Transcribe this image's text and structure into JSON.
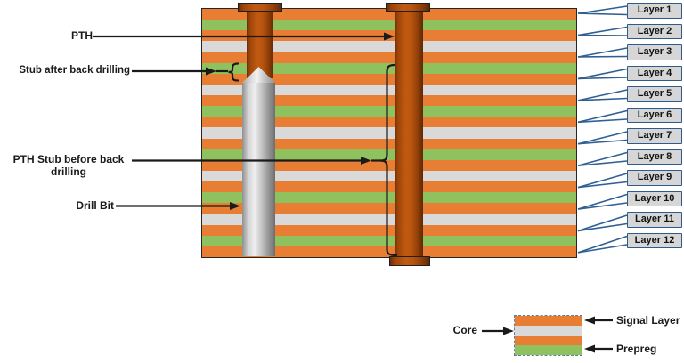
{
  "annotations": {
    "pth_label": "PTH",
    "stub_after_label": "Stub after back drilling",
    "stub_before_label": "PTH Stub before back drilling",
    "drill_bit_label": "Drill Bit"
  },
  "board": {
    "stripes": [
      "signal",
      "prepreg",
      "signal",
      "core",
      "signal",
      "prepreg",
      "signal",
      "core",
      "signal",
      "prepreg",
      "signal",
      "core",
      "signal",
      "prepreg",
      "signal",
      "core",
      "signal",
      "prepreg",
      "signal",
      "core",
      "signal",
      "prepreg",
      "signal"
    ]
  },
  "layers": {
    "labels": [
      "Layer 1",
      "Layer 2",
      "Layer 3",
      "Layer 4",
      "Layer 5",
      "Layer 6",
      "Layer 7",
      "Layer 8",
      "Layer 9",
      "Layer 10",
      "Layer 11",
      "Layer 12"
    ]
  },
  "legend": {
    "core_label": "Core",
    "signal_label": "Signal Layer",
    "prepreg_label": "Prepreg",
    "stripes": [
      "signal",
      "core",
      "signal",
      "prepreg"
    ]
  },
  "colors": {
    "signal_orange": "#E87E33",
    "prepreg_green": "#8FC25E",
    "core_gray": "#D9D9D9",
    "copper_mid": "#C25A10",
    "drill_gray": "#C6C6C6",
    "ink": "#1A1A1A",
    "leader_blue": "#2F5F93",
    "box_border": "#2F5A8C",
    "box_fill": "#D6D6D6"
  }
}
